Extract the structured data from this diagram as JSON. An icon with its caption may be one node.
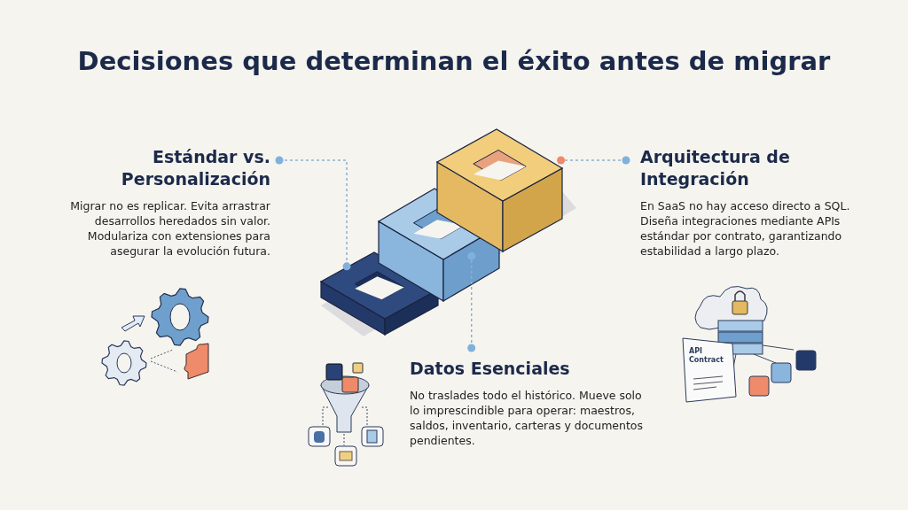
{
  "diagram": {
    "title": "Decisiones que determinan el éxito antes de migrar",
    "nodes": [
      {
        "text": [
          "Estándar vs. Personalización",
          "Migrar no es replicar. Evita arrastrar desarrollos heredados sin valor. Modulariza con extensiones para asegurar la evolución futura."
        ]
      },
      {
        "text": [
          "Arquitectura de Integración",
          "En SaaS no hay acceso directo a SQL. Diseña integraciones mediante APIs estándar por contrato, garantizando estabilidad a largo plazo."
        ]
      },
      {
        "text": [
          "Datos Esenciales",
          "No traslades todo el histórico. Mueve solo lo imprescindible para operar: maestros, saldos, inventario, carteras y documentos pendientes."
        ]
      },
      {
        "text": [],
        "shape": "box"
      },
      {
        "text": [],
        "shape": "box"
      },
      {
        "text": [],
        "shape": "box"
      }
    ],
    "edges": [
      {
        "from": 0,
        "to": 3,
        "arrow": "other",
        "style": "dashed"
      },
      {
        "from": 1,
        "to": 5,
        "arrow": "other",
        "style": "dashed"
      },
      {
        "from": 2,
        "to": 4,
        "arrow": "other",
        "style": "dashed"
      }
    ],
    "labels": [
      "API Contract"
    ]
  }
}
